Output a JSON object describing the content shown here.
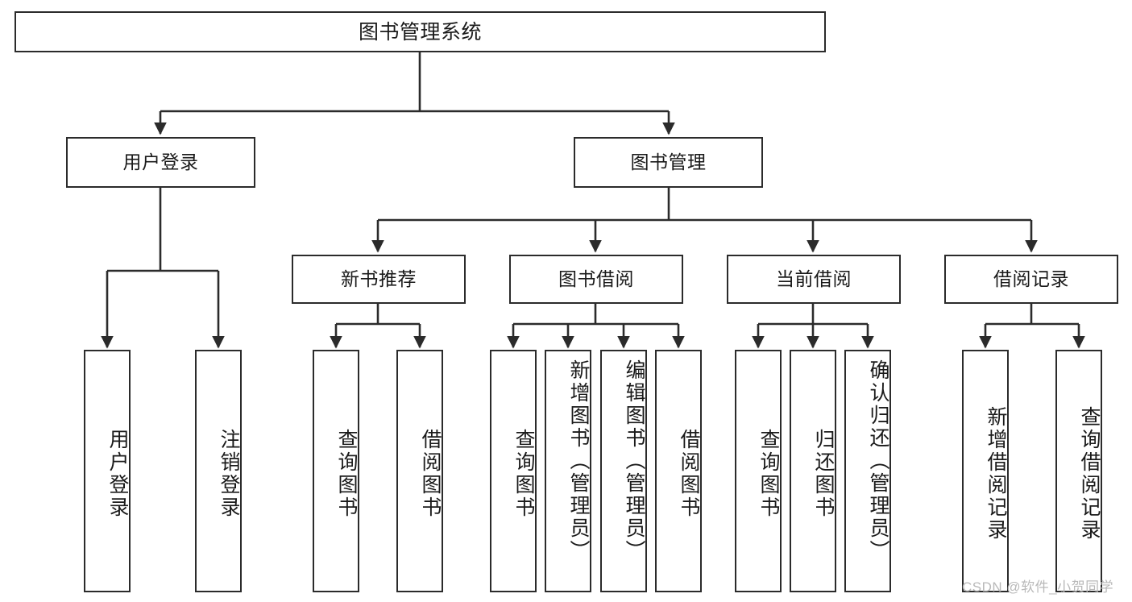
{
  "diagram": {
    "type": "tree-hierarchy",
    "title": "图书管理系统",
    "orientation": "top-down",
    "colors": {
      "stroke": "#2b2b2b",
      "fill": "#ffffff",
      "text": "#1a1a1a",
      "watermark": "#b9b9b9"
    },
    "nodes": {
      "root": {
        "label": "图书管理系统"
      },
      "level2": [
        {
          "id": "user-login",
          "label": "用户登录"
        },
        {
          "id": "book-management",
          "label": "图书管理"
        }
      ],
      "level3": [
        {
          "id": "new-book-recommend",
          "label": "新书推荐"
        },
        {
          "id": "book-borrow",
          "label": "图书借阅"
        },
        {
          "id": "current-borrow",
          "label": "当前借阅"
        },
        {
          "id": "borrow-record",
          "label": "借阅记录"
        }
      ],
      "leaves": {
        "user_login": [
          {
            "id": "leaf-user-login",
            "label": "用户登录"
          },
          {
            "id": "leaf-logout-login",
            "label": "注销登录"
          }
        ],
        "new_book_recommend": [
          {
            "id": "leaf-query-book-1",
            "label": "查询图书"
          },
          {
            "id": "leaf-borrow-book-1",
            "label": "借阅图书"
          }
        ],
        "book_borrow": [
          {
            "id": "leaf-query-book-2",
            "label": "查询图书"
          },
          {
            "id": "leaf-add-book-admin",
            "label": "新增图书（管理员）"
          },
          {
            "id": "leaf-edit-book-admin",
            "label": "编辑图书（管理员）"
          },
          {
            "id": "leaf-borrow-book-2",
            "label": "借阅图书"
          }
        ],
        "current_borrow": [
          {
            "id": "leaf-query-book-3",
            "label": "查询图书"
          },
          {
            "id": "leaf-return-book",
            "label": "归还图书"
          },
          {
            "id": "leaf-confirm-return-admin",
            "label": "确认归还（管理员）"
          }
        ],
        "borrow_record": [
          {
            "id": "leaf-add-borrow-record",
            "label": "新增借阅记录"
          },
          {
            "id": "leaf-query-borrow-record",
            "label": "查询借阅记录"
          }
        ]
      }
    },
    "watermark": "CSDN @软件_小贺同学"
  }
}
